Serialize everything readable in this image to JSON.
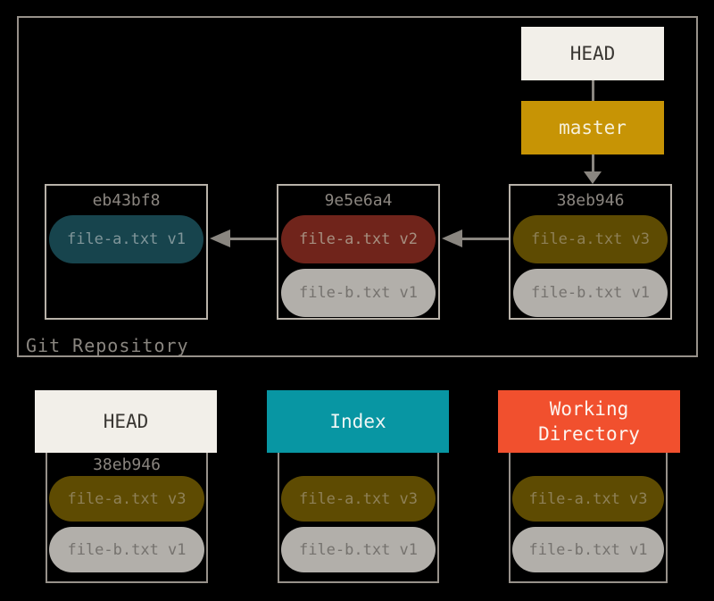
{
  "repository": {
    "label": "Git Repository",
    "head": {
      "label": "HEAD"
    },
    "branch": {
      "label": "master"
    },
    "commits": [
      {
        "hash": "eb43bf8",
        "files": [
          {
            "name": "file-a.txt v1",
            "color": "teal"
          }
        ]
      },
      {
        "hash": "9e5e6a4",
        "files": [
          {
            "name": "file-a.txt v2",
            "color": "red"
          },
          {
            "name": "file-b.txt v1",
            "color": "gray"
          }
        ]
      },
      {
        "hash": "38eb946",
        "files": [
          {
            "name": "file-a.txt v3",
            "color": "olive"
          },
          {
            "name": "file-b.txt v1",
            "color": "gray"
          }
        ]
      }
    ]
  },
  "trees": [
    {
      "title": "HEAD",
      "hash": "38eb946",
      "files": [
        {
          "name": "file-a.txt v3",
          "color": "olive"
        },
        {
          "name": "file-b.txt v1",
          "color": "gray"
        }
      ]
    },
    {
      "title": "Index",
      "files": [
        {
          "name": "file-a.txt v3",
          "color": "olive"
        },
        {
          "name": "file-b.txt v1",
          "color": "gray"
        }
      ]
    },
    {
      "title": "Working Directory",
      "files": [
        {
          "name": "file-a.txt v3",
          "color": "olive"
        },
        {
          "name": "file-b.txt v1",
          "color": "gray"
        }
      ]
    }
  ],
  "colors": {
    "background": "#000000",
    "box_border": "#97918a",
    "commit_border": "#b8b2a9",
    "arrow": "#8a8680",
    "head_box": "#f2efe9",
    "master_box": "#c79405",
    "index_box": "#0896a3",
    "working_dir_box": "#f1502e",
    "pill_teal": "#17444d",
    "pill_red": "#70241b",
    "pill_olive": "#5e4b02",
    "pill_gray": "#b2afaa",
    "hash_text": "#8b8680"
  }
}
